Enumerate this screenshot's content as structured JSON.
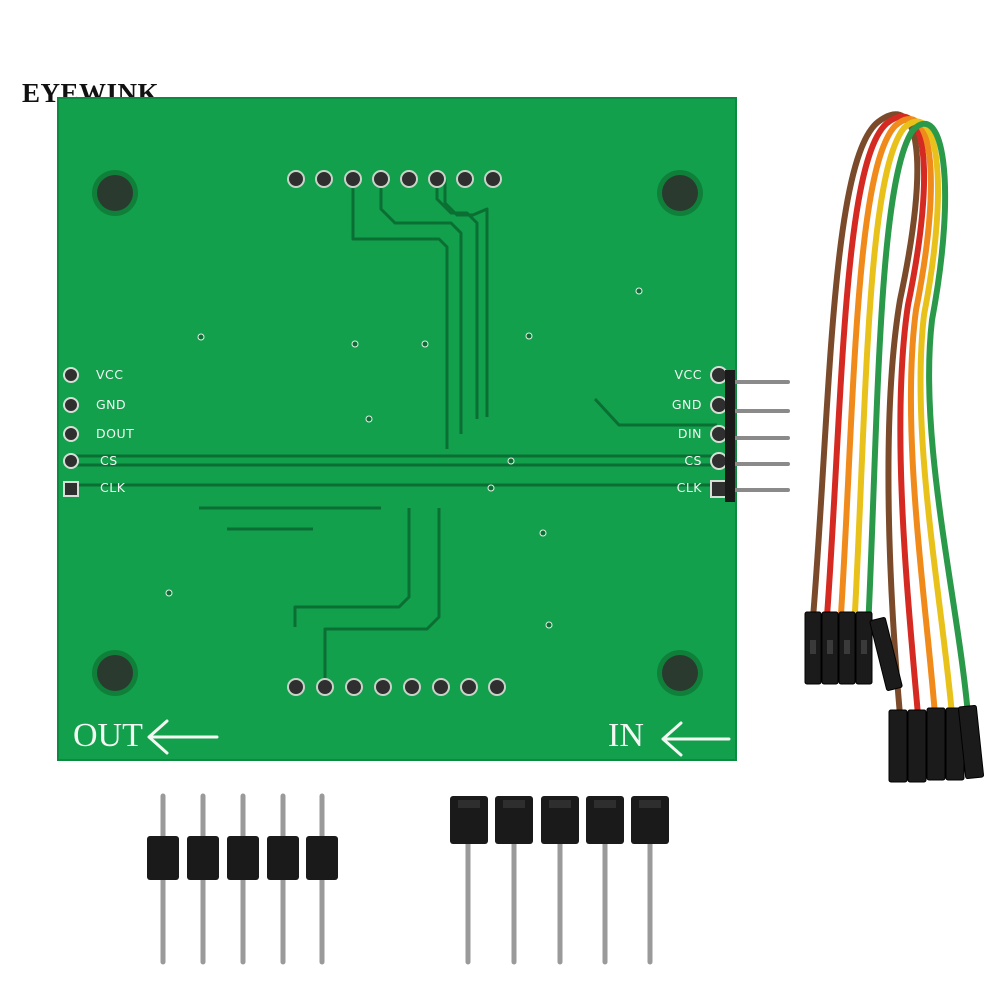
{
  "brand": "EYEWINK",
  "board": {
    "left_pins": [
      "VCC",
      "GND",
      "DOUT",
      "CS",
      "CLK"
    ],
    "right_pins": [
      "VCC",
      "GND",
      "DIN",
      "CS",
      "CLK"
    ],
    "out_label": "OUT",
    "in_label": "IN"
  },
  "colors": {
    "pcb": "#12a04c",
    "trace": "#0b6f33",
    "wire_colors": [
      "#7a4a2a",
      "#d42a22",
      "#f08a1a",
      "#e8c21a",
      "#2a9a4a"
    ]
  },
  "icons": [
    "arrow-left-icon",
    "arrow-left-icon"
  ]
}
